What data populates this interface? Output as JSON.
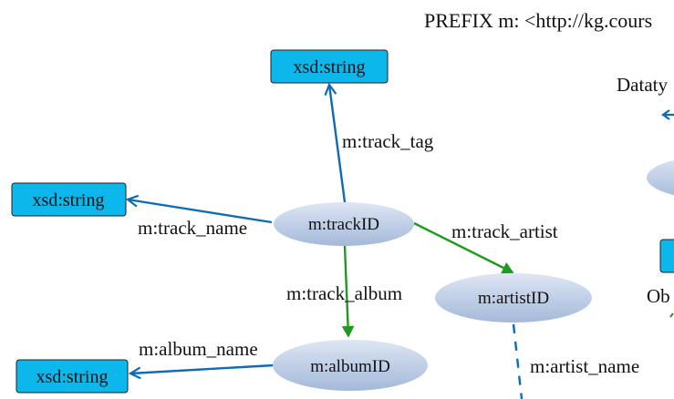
{
  "header": {
    "prefix_text": "PREFIX m: <http://kg.cours"
  },
  "legend": {
    "datatype_label_partial": "Dataty",
    "object_label_partial": "Ob"
  },
  "colors": {
    "datatype_edge": "#0d6bb8",
    "object_edge": "#1e9a1e",
    "literal_box": "#0cb7ec",
    "literal_box_border": "#222222",
    "node_fill_light": "#d9e3f3",
    "node_fill_dark": "#a9bedc"
  },
  "nodes": {
    "track": "m:trackID",
    "artist": "m:artistID",
    "album": "m:albumID"
  },
  "literals": {
    "tag_type": "xsd:string",
    "name_type": "xsd:string",
    "album_name_type": "xsd:string"
  },
  "edges": {
    "track_tag": "m:track_tag",
    "track_name": "m:track_name",
    "track_artist": "m:track_artist",
    "track_album": "m:track_album",
    "album_name": "m:album_name",
    "artist_name": "m:artist_name"
  }
}
